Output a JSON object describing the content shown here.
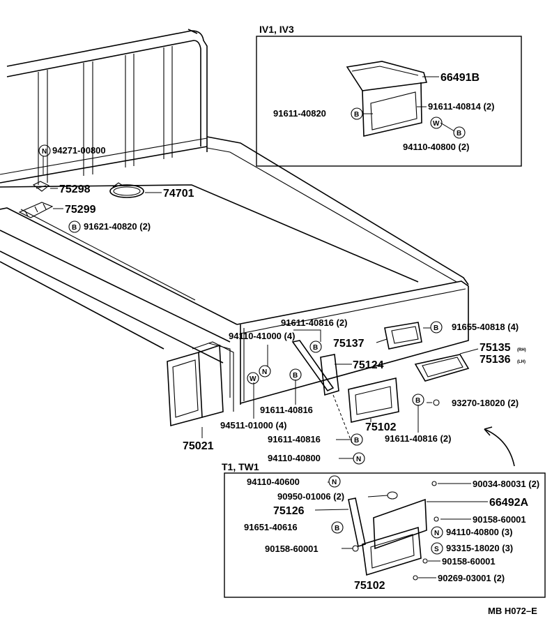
{
  "insets": {
    "top_right": {
      "header": "IV1, IV3"
    },
    "bottom_right": {
      "header": "T1, TW1"
    }
  },
  "symbols": {
    "N": "N",
    "B": "B",
    "W": "W",
    "S": "S"
  },
  "footer": {
    "code": "MB H072–E"
  },
  "parts": {
    "p94271": {
      "number": "94271-00800"
    },
    "p75298": {
      "number": "75298"
    },
    "p74701": {
      "number": "74701"
    },
    "p75299": {
      "number": "75299"
    },
    "p91621": {
      "number": "91621-40820 (2)"
    },
    "p66491b": {
      "number": "66491B"
    },
    "p91611_40820": {
      "number": "91611-40820"
    },
    "p91611_40814": {
      "number": "91611-40814 (2)"
    },
    "p94110_40800_inset": {
      "number": "94110-40800 (2)"
    },
    "p91611_40816_top": {
      "number": "91611-40816 (2)"
    },
    "p91655": {
      "number": "91655-40818 (4)"
    },
    "p94110_41000": {
      "number": "94110-41000 (4)"
    },
    "p75137": {
      "number": "75137"
    },
    "p75135": {
      "number": "75135",
      "suffix": "(RH)"
    },
    "p75136": {
      "number": "75136",
      "suffix": "(LH)"
    },
    "p75124": {
      "number": "75124"
    },
    "p93270": {
      "number": "93270-18020 (2)"
    },
    "p91611_40816_mid": {
      "number": "91611-40816"
    },
    "p94511": {
      "number": "94511-01000 (4)"
    },
    "p75102_main": {
      "number": "75102"
    },
    "p91611_40816_right": {
      "number": "91611-40816 (2)"
    },
    "p75021": {
      "number": "75021"
    },
    "p91611_40816_low": {
      "number": "91611-40816"
    },
    "p94110_40800_low": {
      "number": "94110-40800"
    },
    "p94110_40600": {
      "number": "94110-40600"
    },
    "p90034": {
      "number": "90034-80031 (2)"
    },
    "p90950": {
      "number": "90950-01006 (2)"
    },
    "p66492a": {
      "number": "66492A"
    },
    "p75126": {
      "number": "75126"
    },
    "p90158_a": {
      "number": "90158-60001"
    },
    "p91651": {
      "number": "91651-40616"
    },
    "p94110_40800_t": {
      "number": "94110-40800 (3)"
    },
    "p90158_b": {
      "number": "90158-60001"
    },
    "p93315": {
      "number": "93315-18020 (3)"
    },
    "p90158_c": {
      "number": "90158-60001"
    },
    "p75102_inset": {
      "number": "75102"
    },
    "p90269": {
      "number": "90269-03001 (2)"
    }
  }
}
